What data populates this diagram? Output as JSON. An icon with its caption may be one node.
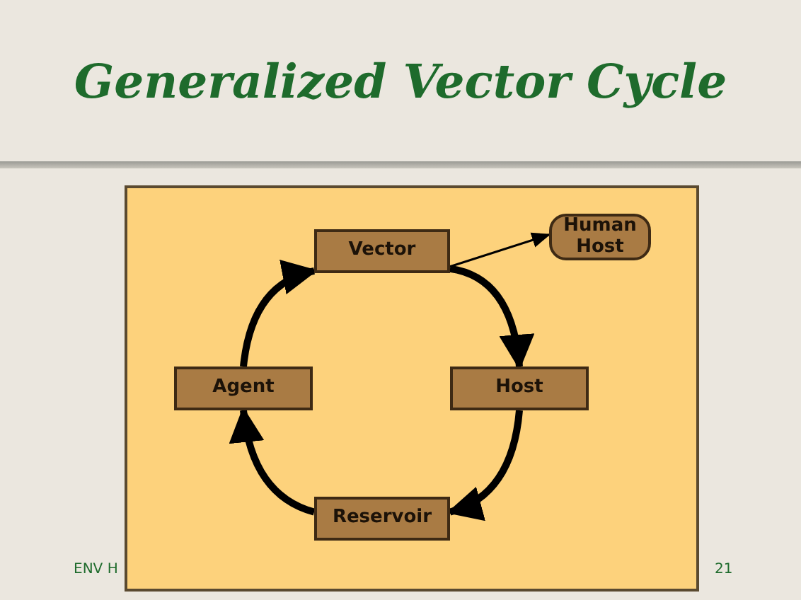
{
  "diagram": {
    "title": "Generalized Vector Cycle",
    "nodes": [
      {
        "text": [
          "Vector"
        ]
      },
      {
        "text": [
          "Human Host"
        ]
      },
      {
        "text": [
          "Agent"
        ]
      },
      {
        "text": [
          "Host"
        ]
      },
      {
        "text": [
          "Reservoir"
        ]
      }
    ],
    "edges": [
      {
        "from": 2,
        "to": 0,
        "arrow": "to"
      },
      {
        "from": 0,
        "to": 3,
        "arrow": "to"
      },
      {
        "from": 3,
        "to": 4,
        "arrow": "to"
      },
      {
        "from": 4,
        "to": 2,
        "arrow": "to"
      },
      {
        "from": 0,
        "to": 1,
        "arrow": "to"
      }
    ],
    "labels": [
      "ENV H",
      "21"
    ]
  }
}
